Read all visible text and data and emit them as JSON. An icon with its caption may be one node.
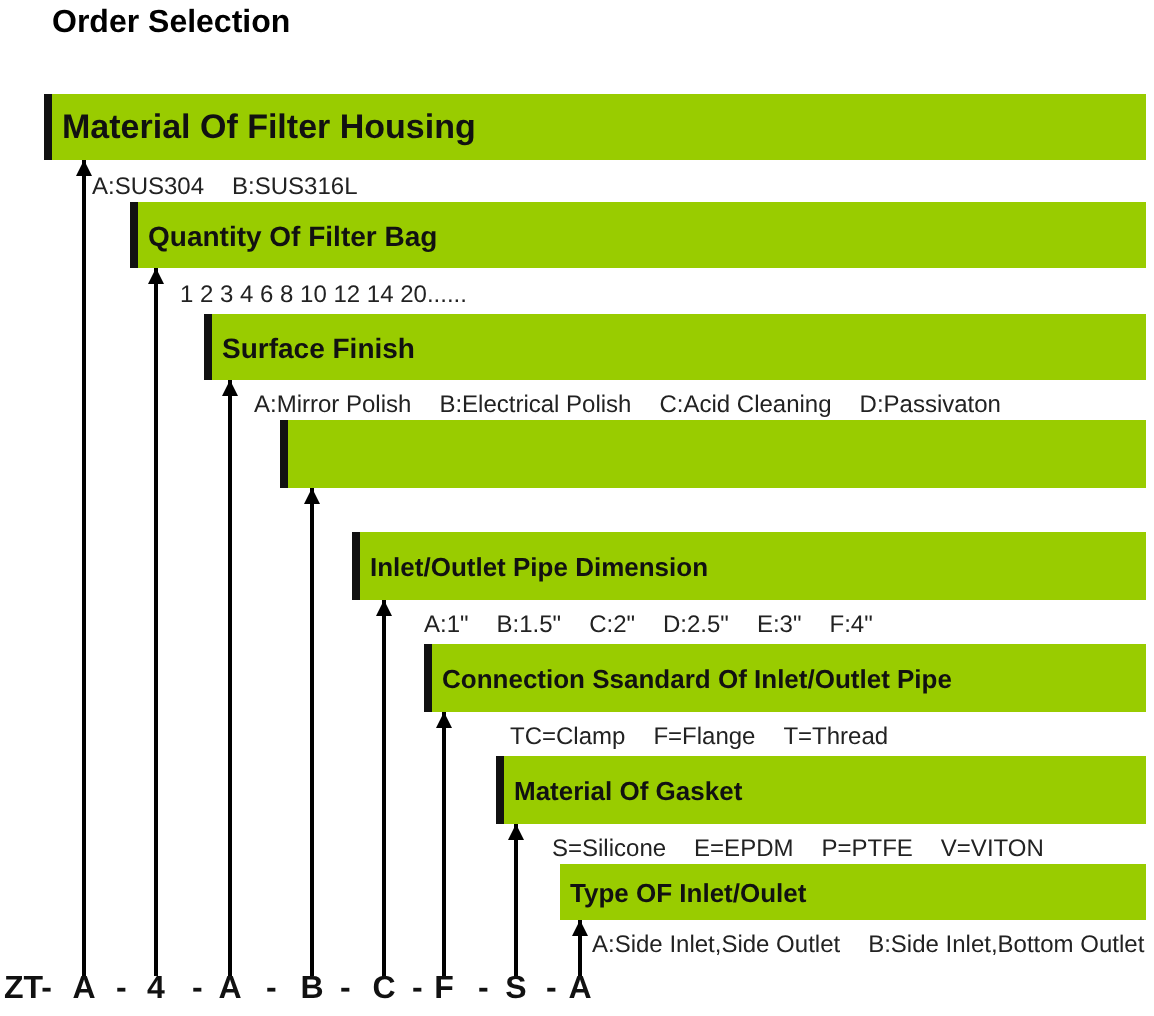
{
  "diagram": {
    "title": "Order Selection",
    "nodes": [
      {
        "text": [
          "Material Of Filter Housing"
        ],
        "beside": [
          "A:SUS304",
          "B:SUS316L"
        ]
      },
      {
        "text": [
          "Quantity Of Filter Bag"
        ],
        "beside": [
          "1 2 3 4 6 8 10 12 14 20......"
        ]
      },
      {
        "text": [
          "Surface Finish"
        ],
        "beside": [
          "A:Mirror Polish",
          "B:Electrical Polish",
          "C:Acid Cleaning",
          "D:Passivaton"
        ]
      },
      {
        "text": [],
        "shape": "bar"
      },
      {
        "text": [
          "Inlet/Outlet Pipe Dimension"
        ],
        "beside": [
          "A:1\"",
          "B:1.5\"",
          "C:2\"",
          "D:2.5\"",
          "E:3\"",
          "F:4\""
        ]
      },
      {
        "text": [
          "Connection Ssandard Of Inlet/Outlet Pipe"
        ],
        "beside": [
          "TC=Clamp",
          "F=Flange",
          "T=Thread"
        ]
      },
      {
        "text": [
          "Material Of Gasket"
        ],
        "beside": [
          "S=Silicone",
          "E=EPDM",
          "P=PTFE",
          "V=VITON"
        ]
      },
      {
        "text": [
          "Type OF Inlet/Oulet"
        ],
        "beside": [
          "A:Side Inlet,Side Outlet",
          "B:Side Inlet,Bottom Outlet"
        ]
      },
      {
        "text": [
          "A"
        ]
      },
      {
        "text": [
          "4"
        ]
      },
      {
        "text": [
          "A"
        ]
      },
      {
        "text": [
          "B"
        ]
      },
      {
        "text": [
          "C"
        ]
      },
      {
        "text": [
          "F"
        ]
      },
      {
        "text": [
          "S"
        ]
      },
      {
        "text": [
          "A"
        ]
      }
    ],
    "edges": [
      {
        "from": 8,
        "to": 0,
        "arrow": "to"
      },
      {
        "from": 9,
        "to": 1,
        "arrow": "to"
      },
      {
        "from": 10,
        "to": 2,
        "arrow": "to"
      },
      {
        "from": 11,
        "to": 3,
        "arrow": "to"
      },
      {
        "from": 12,
        "to": 4,
        "arrow": "to"
      },
      {
        "from": 13,
        "to": 5,
        "arrow": "to"
      },
      {
        "from": 14,
        "to": 6,
        "arrow": "to"
      },
      {
        "from": 15,
        "to": 7,
        "arrow": "to"
      }
    ],
    "labels": [
      "ZT-",
      "-",
      "-",
      "-",
      "-",
      "-",
      "-",
      "-"
    ]
  }
}
